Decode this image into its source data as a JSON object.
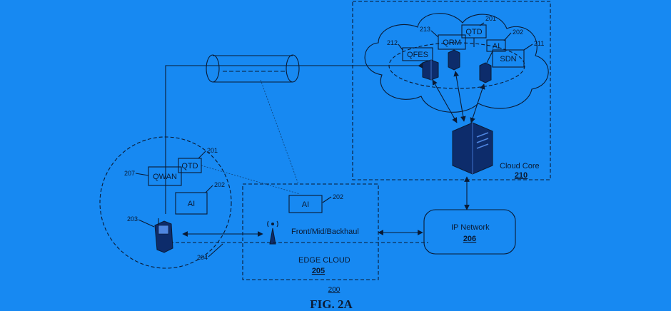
{
  "figure": {
    "caption": "FIG. 2A",
    "system_ref": "200"
  },
  "cloud_core": {
    "label": "Cloud Core",
    "ref": "210",
    "nodes": {
      "qfes": {
        "label": "QFES",
        "ref": "212"
      },
      "qrm": {
        "label": "QRM",
        "ref": "213"
      },
      "qtd": {
        "label": "QTD",
        "ref": "201"
      },
      "ai": {
        "label": "AI",
        "ref": "202"
      },
      "sdn": {
        "label": "SDN",
        "ref": "211"
      }
    }
  },
  "edge_cloud": {
    "label": "EDGE CLOUD",
    "ref": "205",
    "ai": {
      "label": "AI",
      "ref": "202"
    },
    "transport_label": "Front/Mid/Backhaul"
  },
  "ip_network": {
    "label": "IP Network",
    "ref": "206"
  },
  "device": {
    "ref": "203",
    "link_ref": "204",
    "qwan": {
      "label": "QWAN",
      "ref": "207"
    },
    "qtd": {
      "label": "QTD",
      "ref": "201"
    },
    "ai": {
      "label": "AI",
      "ref": "202"
    }
  }
}
